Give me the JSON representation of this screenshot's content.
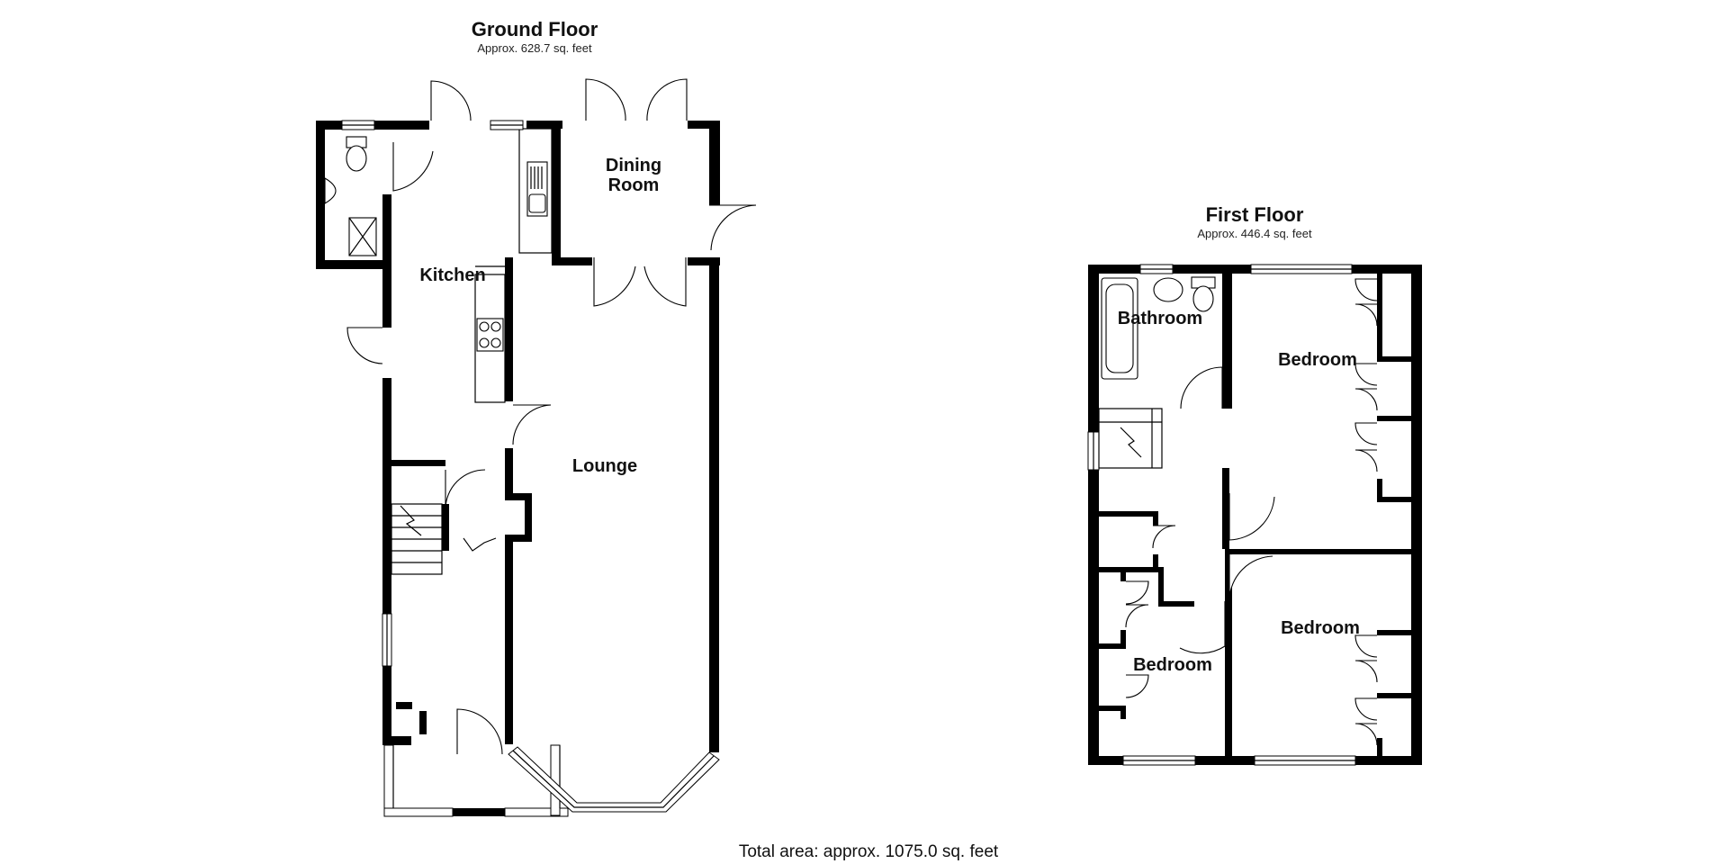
{
  "ground_floor": {
    "title": "Ground Floor",
    "area": "Approx. 628.7 sq. feet",
    "rooms": {
      "kitchen": "Kitchen",
      "dining_line1": "Dining",
      "dining_line2": "Room",
      "lounge": "Lounge"
    }
  },
  "first_floor": {
    "title": "First Floor",
    "area": "Approx. 446.4 sq. feet",
    "rooms": {
      "bathroom": "Bathroom",
      "bedroom_1": "Bedroom",
      "bedroom_2": "Bedroom",
      "bedroom_3": "Bedroom"
    }
  },
  "footer": {
    "total_area": "Total area: approx. 1075.0 sq. feet"
  }
}
